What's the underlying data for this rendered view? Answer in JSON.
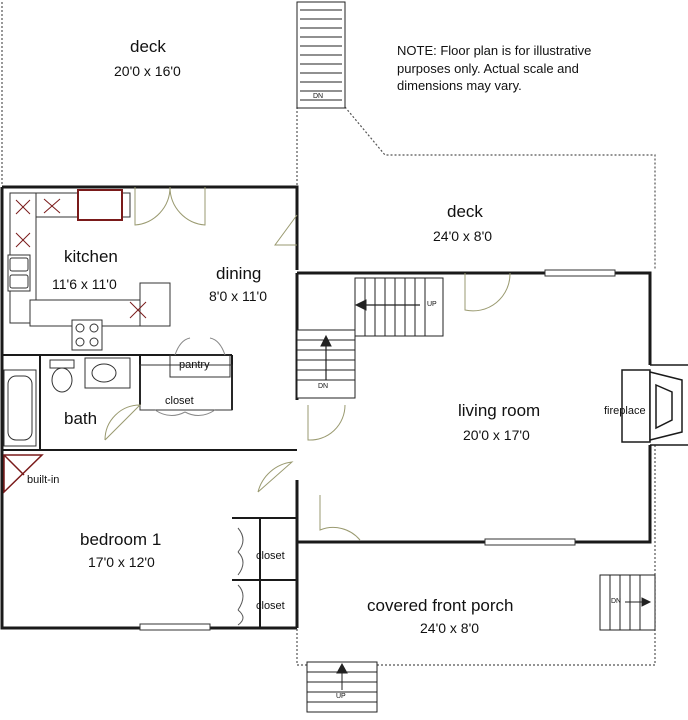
{
  "note": {
    "line1": "NOTE: Floor plan is for illustrative",
    "line2": "purposes only. Actual scale and",
    "line3": "dimensions may vary."
  },
  "rooms": {
    "deck_top": {
      "name": "deck",
      "size": "20'0 x 16'0"
    },
    "deck_right": {
      "name": "deck",
      "size": "24'0 x 8'0"
    },
    "kitchen": {
      "name": "kitchen",
      "size": "11'6 x 11'0"
    },
    "dining": {
      "name": "dining",
      "size": "8'0 x 11'0"
    },
    "living": {
      "name": "living room",
      "size": "20'0 x 17'0"
    },
    "bath": {
      "name": "bath"
    },
    "bedroom": {
      "name": "bedroom 1",
      "size": "17'0 x 12'0"
    },
    "porch": {
      "name": "covered front porch",
      "size": "24'0 x 8'0"
    }
  },
  "labels": {
    "pantry": "pantry",
    "closet_hall": "closet",
    "closet_bed1": "closet",
    "closet_bed2": "closet",
    "builtin": "built-in",
    "fireplace": "fireplace",
    "stair_deck_dn": "DN",
    "stair_up_living": "UP",
    "stair_dn_living": "DN",
    "stair_porch_dn": "DN",
    "stair_front_up": "UP"
  },
  "colors": {
    "wall": "#1a1a1a",
    "fixture": "#444444",
    "cabinet_accent": "#7a1a1a",
    "door_swing": "#b8b890"
  }
}
